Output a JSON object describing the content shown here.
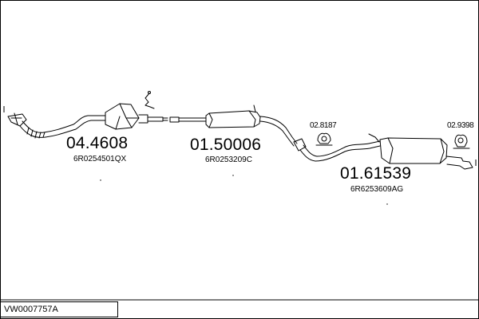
{
  "diagram": {
    "code": "VW0007757A",
    "parts": [
      {
        "number": "04.4608",
        "ref": "6R0254501QX"
      },
      {
        "number": "01.50006",
        "ref": "6R0253209C"
      },
      {
        "number": "01.61539",
        "ref": "6R6253609AG"
      }
    ],
    "accessories": [
      {
        "number": "02.8187"
      },
      {
        "number": "02.9398"
      }
    ]
  }
}
